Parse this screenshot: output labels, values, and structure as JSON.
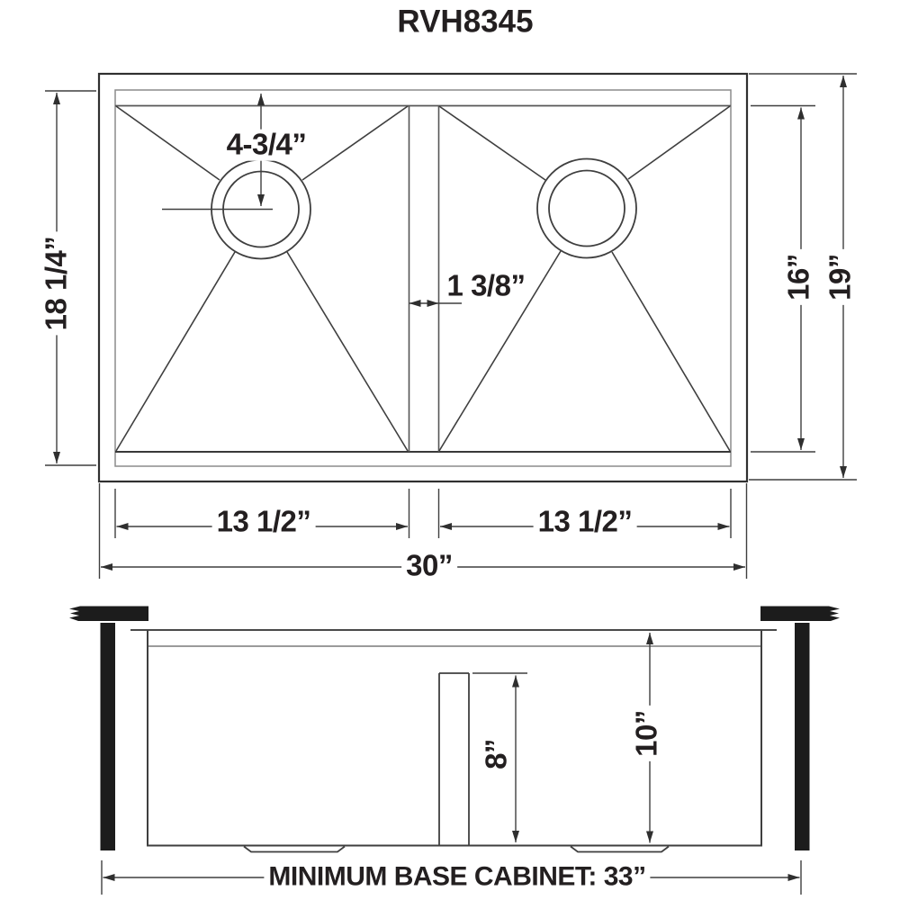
{
  "title": "RVH8345",
  "top_view": {
    "drain_offset": "4-3/4”",
    "rim_height": "18 1/4”",
    "bowl_height": "16”",
    "overall_height": "19”",
    "divider_width": "1 3/8”",
    "left_bowl_width": "13 1/2”",
    "right_bowl_width": "13 1/2”",
    "overall_width": "30”"
  },
  "section_view": {
    "left_bowl_depth": "8”",
    "right_bowl_depth": "10”",
    "cabinet_note": "MINIMUM BASE CABINET: 33”"
  },
  "colors": {
    "line": "#3f3f3f",
    "ink": "#231f20",
    "solid_fill": "#1c1c1c"
  }
}
